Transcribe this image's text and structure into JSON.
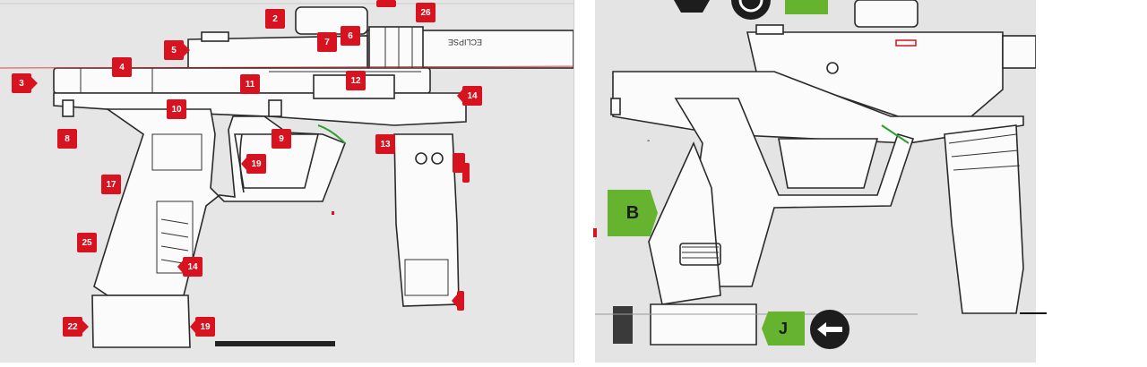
{
  "left_labels": [
    "2",
    "6",
    "7",
    "26",
    "5",
    "4",
    "3",
    "11",
    "12",
    "14",
    "10",
    "8",
    "9",
    "13",
    "19",
    "17",
    "25",
    "14",
    "22",
    "19"
  ],
  "barrel_text": "ECLIPSE",
  "right_labels": {
    "b": "B",
    "j": "J"
  },
  "colors": {
    "callout_red": "#d7131f",
    "callout_green": "#65b32e",
    "panel_left": "#e6e6e6",
    "panel_right": "#e4e4e4"
  }
}
